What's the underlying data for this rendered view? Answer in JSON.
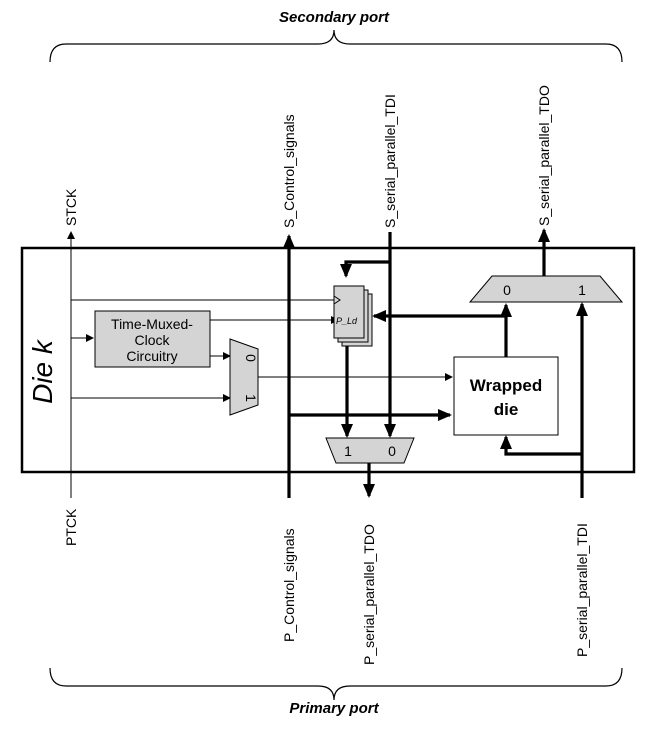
{
  "ports": {
    "secondary": "Secondary port",
    "primary": "Primary port"
  },
  "die_label": "Die k",
  "blocks": {
    "clock_line1": "Time-Muxed-",
    "clock_line2": "Clock",
    "clock_line3": "Circuitry",
    "wrapped_line1": "Wrapped",
    "wrapped_line2": "die",
    "register_label": "P_Ld"
  },
  "signals": {
    "stck": "STCK",
    "ptck": "PTCK",
    "s_control": "S_Control_signals",
    "p_control": "P_Control_signals",
    "s_tdi": "S_serial_parallel_TDI",
    "s_tdo": "S_serial_parallel_TDO",
    "p_tdo": "P_serial_parallel_TDO",
    "p_tdi": "P_serial_parallel_TDI"
  },
  "muxes": {
    "clock_mux": {
      "in0": "0",
      "in1": "1"
    },
    "top_mux": {
      "in0": "0",
      "in1": "1"
    },
    "bottom_mux": {
      "in1": "1",
      "in0": "0"
    }
  },
  "colors": {
    "block_fill": "#d4d4d4",
    "line": "#000000",
    "background": "#ffffff"
  }
}
